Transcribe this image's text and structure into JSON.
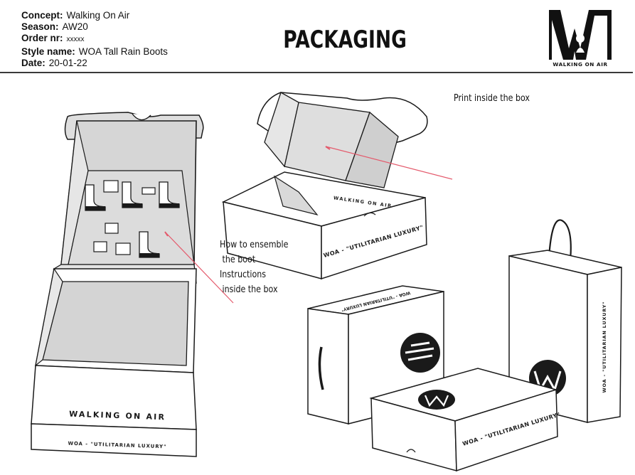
{
  "meta": {
    "concept": {
      "label": "Concept:",
      "value": "Walking On Air"
    },
    "season": {
      "label": "Season:",
      "value": "AW20"
    },
    "order": {
      "label": "Order nr:",
      "value": "xxxxx"
    },
    "style": {
      "label": "Style name:",
      "value": "WOA Tall Rain Boots"
    },
    "date": {
      "label": "Date:",
      "value": "20-01-22"
    }
  },
  "title": "PACKAGING",
  "logo": {
    "letter": "W",
    "wordmark": "WALKING ON AIR"
  },
  "callouts": {
    "print_inside": "Print inside the box",
    "how_to": "How to ensemble\n the boot\nInstructions\n inside the box"
  },
  "box_prints": {
    "brand": "WALKING ON AIR",
    "slogan": "WOA - \"UTILITARIAN LUXURY\""
  },
  "colors": {
    "line": "#1a1a1a",
    "interior": "#dadada",
    "header_rule": "#3a3a3a"
  }
}
